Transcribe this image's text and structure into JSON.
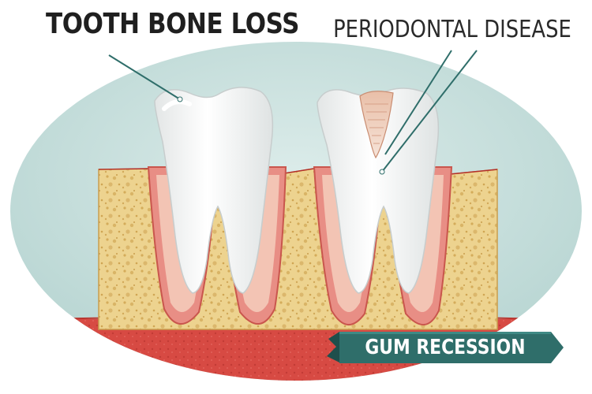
{
  "labels": {
    "tooth_bone_loss": "TOOTH BONE LOSS",
    "periodontal_disease": "PERIODONTAL DISEASE",
    "gum_recession": "GUM RECESSION"
  },
  "colors": {
    "backdrop_oval": "#c6dedc",
    "bone": "#ecd28c",
    "gum": "#e98f86",
    "tooth": "#f6f7f7",
    "plaque": "#f0d4c4",
    "banner": "#2f6e6a",
    "leader_line": "#2f6e6a"
  }
}
